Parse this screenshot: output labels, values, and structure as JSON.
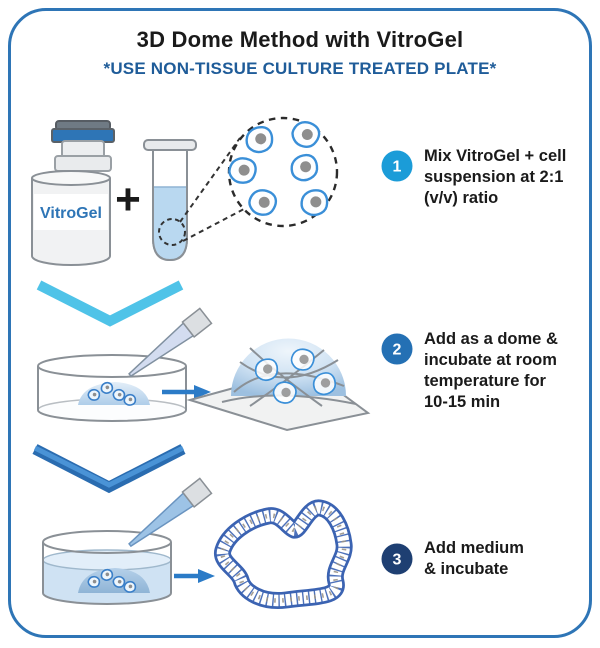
{
  "card": {
    "title": "3D Dome Method with VitroGel",
    "subtitle": "*USE NON-TISSUE CULTURE TREATED PLATE*"
  },
  "materials": {
    "vial_label": "VitroGel",
    "plus_sign": "+"
  },
  "steps": [
    {
      "number": "1",
      "badge_color": "#1b9cd8",
      "text": "Mix VitroGel + cell\nsuspension at 2:1\n(v/v) ratio"
    },
    {
      "number": "2",
      "badge_color": "#2470b4",
      "text": "Add as a dome &\nincubate at room\ntemperature for\n10-15 min"
    },
    {
      "number": "3",
      "badge_color": "#1e3f72",
      "text": "Add medium\n& incubate"
    }
  ],
  "palette": {
    "card_border": "#2e75b6",
    "subtitle_blue": "#1f5c99",
    "chevron1": "#4fc3e8",
    "chevron2_edge": "#2a6cb0",
    "chevron2_fill": "#4a93d6",
    "arrow_blue": "#2b7bc7",
    "cell_outline": "#3a8fd8",
    "nucleus_gray": "#8e8e8e",
    "tube_liquid": "#b9d8f0",
    "dish_liquid": "#cfe2f3",
    "organoid_blue": "#3b63b2",
    "vial_label_blue": "#2e75b6"
  }
}
